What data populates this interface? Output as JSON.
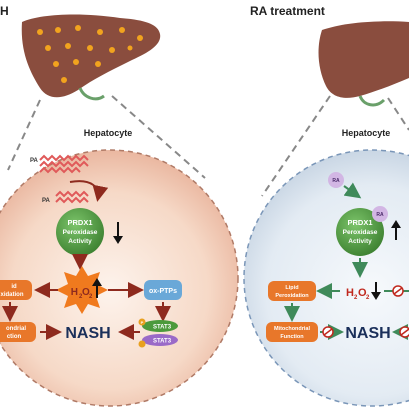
{
  "left_panel": {
    "title_fragment": "H",
    "subtitle": "Hepatocyte",
    "pa_label_1": "PA",
    "pa_label_2": "PA",
    "prdx1_line1": "PRDX1",
    "prdx1_line2": "Peroxidase",
    "prdx1_line3": "Activity",
    "h2o2_label": "H",
    "h2o2_sub": "2",
    "h2o2_o": "O",
    "h2o2_sub2": "2",
    "lipid_line1": "id",
    "lipid_line2": "xidation",
    "oxptps_label": "ox-PTPs",
    "mito_line1": "ondrial",
    "mito_line2": "ction",
    "nash_label": "NASH",
    "stat3_label": "STAT3",
    "stat3_label2": "STAT3",
    "p_label": "P"
  },
  "right_panel": {
    "title": "RA treatment",
    "subtitle": "Hepatocyte",
    "ra_label_1": "RA",
    "ra_label_2": "RA",
    "prdx1_line1": "PRDX1",
    "prdx1_line2": "Peroxidase",
    "prdx1_line3": "Activity",
    "h2o2_text": "H",
    "h2o2_sub": "2",
    "h2o2_o": "O",
    "h2o2_sub2": "2",
    "lipid_line1": "Lipid",
    "lipid_line2": "Peroxidation",
    "mito_line1": "Mitochondrial",
    "mito_line2": "Function",
    "nash_label": "NASH"
  },
  "colors": {
    "liver": "#8a4d3e",
    "liver_dot": "#f2a31e",
    "cell_left": "#f6d9c7",
    "cell_right": "#dde6f0",
    "prdx1_green": "#4c9a3c",
    "h2o2_starburst": "#f07a1e",
    "lipid_box": "#e8772a",
    "oxptps_box": "#6aa8d8",
    "arrow_red": "#8e2a1e",
    "arrow_green": "#3f8a5a",
    "nash_text": "#1a2f5a"
  }
}
